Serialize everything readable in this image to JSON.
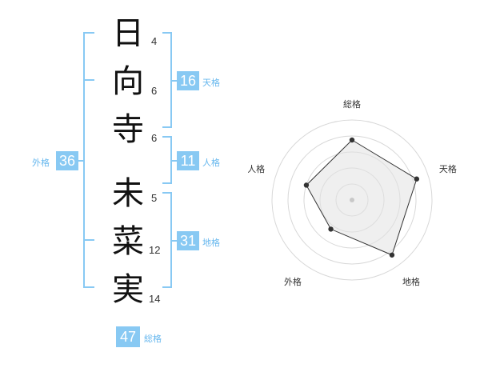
{
  "surname": [
    {
      "char": "日",
      "strokes": "4"
    },
    {
      "char": "向",
      "strokes": "6"
    },
    {
      "char": "寺",
      "strokes": "6"
    }
  ],
  "given": [
    {
      "char": "未",
      "strokes": "5"
    },
    {
      "char": "菜",
      "strokes": "12"
    },
    {
      "char": "実",
      "strokes": "14"
    }
  ],
  "kakaku": {
    "tenkaku": {
      "value": "16",
      "label": "天格"
    },
    "jinkaku": {
      "value": "11",
      "label": "人格"
    },
    "chikaku": {
      "value": "31",
      "label": "地格"
    },
    "gaikaku": {
      "value": "36",
      "label": "外格"
    },
    "soukaku": {
      "value": "47",
      "label": "総格"
    }
  },
  "colors": {
    "accent": "#88c9f3",
    "accent_text": "#66b7ee",
    "radar_fill": "#efefef",
    "radar_line": "#333333"
  },
  "radar": {
    "axes": [
      "総格",
      "天格",
      "地格",
      "外格",
      "人格"
    ],
    "scores": [
      0.75,
      0.85,
      0.85,
      0.45,
      0.6
    ],
    "max": 1
  }
}
